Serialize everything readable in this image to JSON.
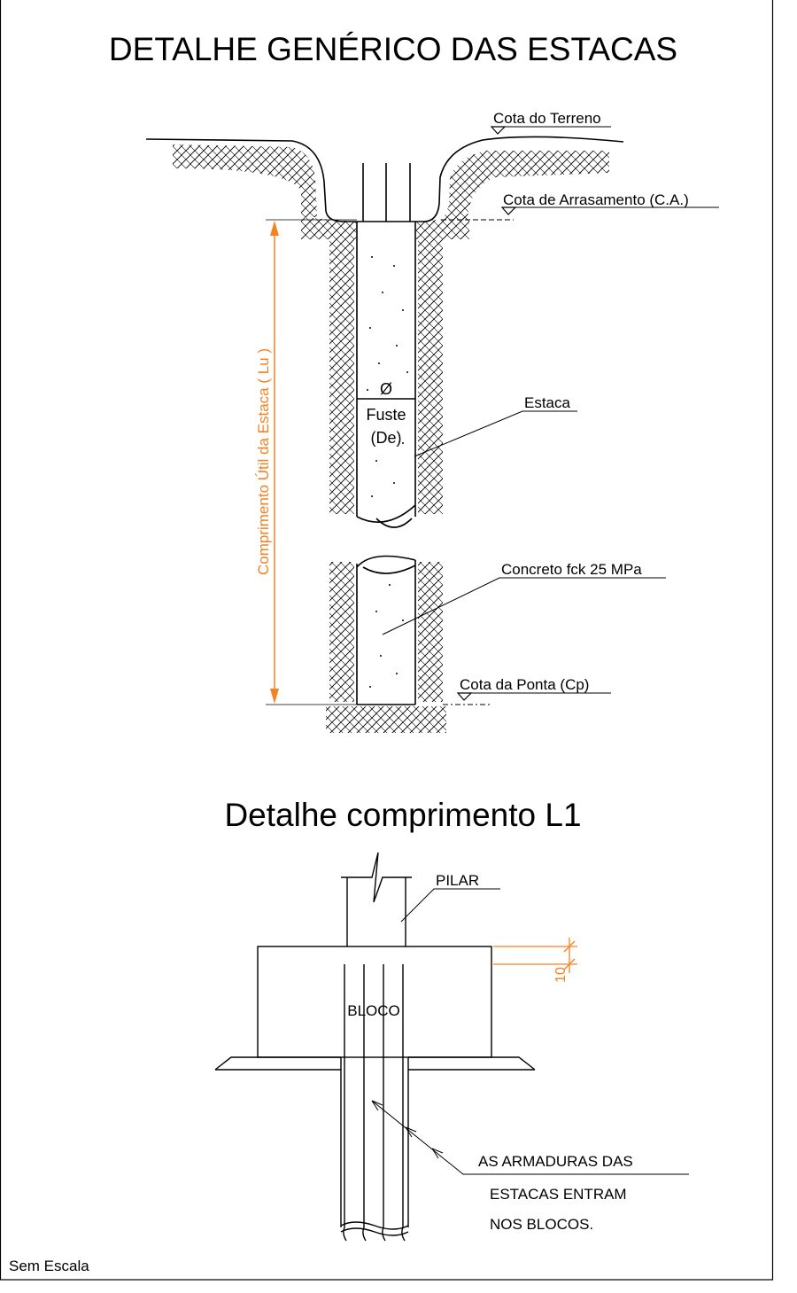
{
  "titles": {
    "main": "DETALHE GENÉRICO DAS ESTACAS",
    "second": "Detalhe comprimento L1"
  },
  "labels": {
    "terrain": "Cota do Terreno",
    "arrasamento": "Cota de Arrasamento (C.A.)",
    "estaca": "Estaca",
    "diameter_symbol": "Ø",
    "fuste": "Fuste",
    "de": "(De)",
    "concrete": "Concreto fck 25 MPa",
    "ponta": "Cota da Ponta (Cp)",
    "length_dim": "Comprimento Útil da Estaca ( Lu )",
    "pilar": "PILAR",
    "bloco": "BLOCO",
    "dim_10": "10",
    "note_line1": "AS ARMADURAS DAS",
    "note_line2": "ESTACAS ENTRAM",
    "note_line3": "NOS BLOCOS.",
    "scale": "Sem Escala"
  },
  "colors": {
    "line": "#000000",
    "dimension": "#f58220"
  }
}
